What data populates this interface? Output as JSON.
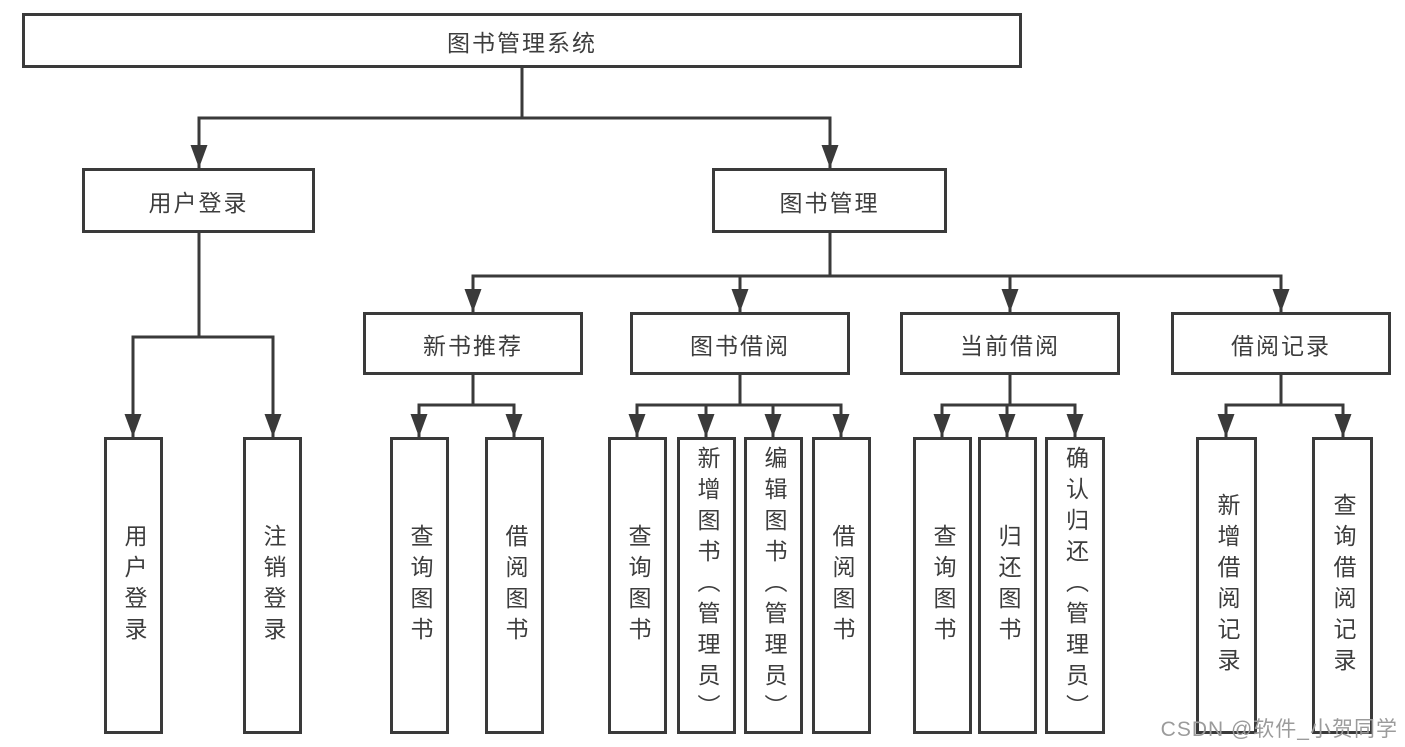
{
  "diagram": {
    "root": {
      "label": "图书管理系统"
    },
    "children": [
      {
        "label": "用户登录",
        "children": [
          {
            "label": "用户登录"
          },
          {
            "label": "注销登录"
          }
        ]
      },
      {
        "label": "图书管理",
        "children": [
          {
            "label": "新书推荐",
            "children": [
              {
                "label": "查询图书"
              },
              {
                "label": "借阅图书"
              }
            ]
          },
          {
            "label": "图书借阅",
            "children": [
              {
                "label": "查询图书"
              },
              {
                "label": "新增图书（管理员）"
              },
              {
                "label": "编辑图书（管理员）"
              },
              {
                "label": "借阅图书"
              }
            ]
          },
          {
            "label": "当前借阅",
            "children": [
              {
                "label": "查询图书"
              },
              {
                "label": "归还图书"
              },
              {
                "label": "确认归还（管理员）"
              }
            ]
          },
          {
            "label": "借阅记录",
            "children": [
              {
                "label": "新增借阅记录"
              },
              {
                "label": "查询借阅记录"
              }
            ]
          }
        ]
      }
    ]
  },
  "watermark": {
    "text": "CSDN @软件_小贺同学"
  },
  "colors": {
    "line": "#3a3a3a",
    "text": "#3d3d3d",
    "background": "#ffffff",
    "watermark": "#9b9b9b"
  }
}
